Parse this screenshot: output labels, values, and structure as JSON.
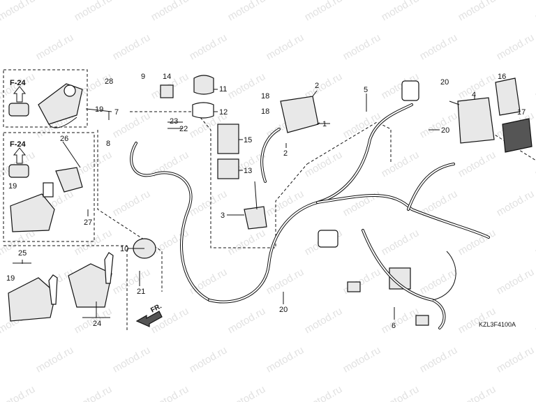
{
  "watermark": "motod.ru",
  "drawing_code": "KZL3F4100A",
  "front_label": "FR.",
  "reference_labels": {
    "box1": "F-24",
    "box2": "F-24"
  },
  "callouts": [
    "1",
    "2",
    "2",
    "3",
    "4",
    "5",
    "6",
    "7",
    "8",
    "9",
    "10",
    "11",
    "12",
    "13",
    "14",
    "15",
    "16",
    "17",
    "18",
    "18",
    "19",
    "19",
    "19",
    "20",
    "20",
    "20",
    "21",
    "22",
    "23",
    "24",
    "25",
    "26",
    "27",
    "28"
  ],
  "icons": [
    "up-arrow-icon",
    "front-arrow-icon"
  ]
}
